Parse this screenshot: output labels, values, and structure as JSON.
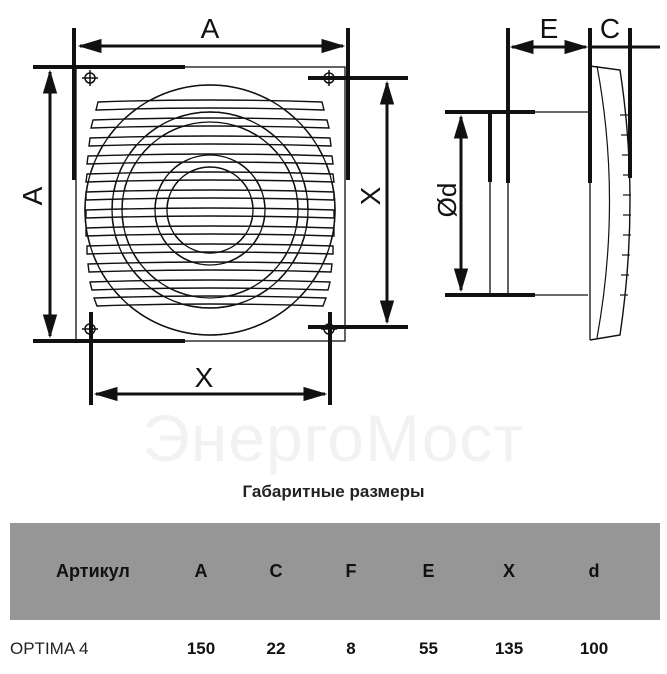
{
  "diagram": {
    "front_view": {
      "labels": {
        "width": "A",
        "height": "A",
        "hole_spacing_horizontal": "X",
        "hole_spacing_vertical": "X"
      }
    },
    "side_view": {
      "labels": {
        "depth": "E",
        "grille_depth": "C",
        "diameter": "Ød"
      }
    },
    "watermark": "ЭнергоМост"
  },
  "section_title": "Габаритные размеры",
  "table": {
    "header_bg": "#969696",
    "columns": [
      "Артикул",
      "A",
      "C",
      "F",
      "E",
      "X",
      "d"
    ],
    "rows": [
      {
        "model": "OPTIMA 4",
        "A": "150",
        "C": "22",
        "F": "8",
        "E": "55",
        "X": "135",
        "d": "100"
      }
    ]
  }
}
